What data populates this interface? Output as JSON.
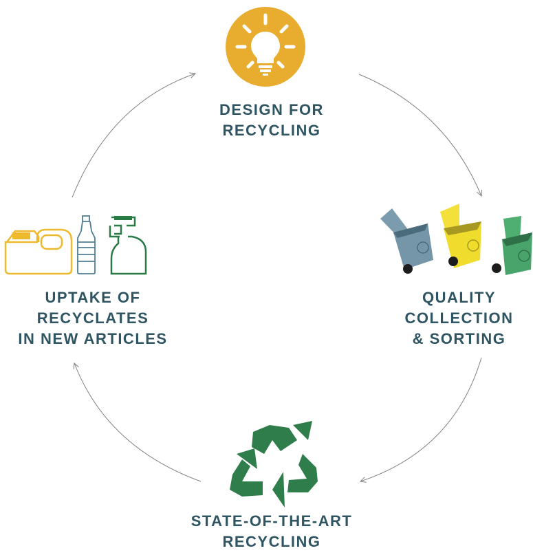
{
  "diagram": {
    "stages": [
      {
        "id": "design",
        "lines": [
          "DESIGN FOR",
          "RECYCLING"
        ],
        "icon": "lightbulb-icon"
      },
      {
        "id": "quality",
        "lines": [
          "QUALITY",
          "COLLECTION",
          "& SORTING"
        ],
        "icon": "trash-bins-icon"
      },
      {
        "id": "state",
        "lines": [
          "STATE-OF-THE-ART",
          "RECYCLING"
        ],
        "icon": "recycle-icon"
      },
      {
        "id": "uptake",
        "lines": [
          "UPTAKE OF",
          "RECYCLATES",
          "IN NEW ARTICLES"
        ],
        "icon": "plastic-containers-icon"
      }
    ],
    "colors": {
      "label_text": "#2f5563",
      "bulb_circle": "#e8ac2e",
      "recycle_green": "#2e7d4a",
      "container_yellow": "#efb92d",
      "bottle_blue": "#4f7e93",
      "spray_green": "#2a7a45",
      "bin_blue": "#7596a8",
      "bin_yellow": "#f0dc2c",
      "bin_green": "#49a46b",
      "arrow": "#808080"
    }
  }
}
